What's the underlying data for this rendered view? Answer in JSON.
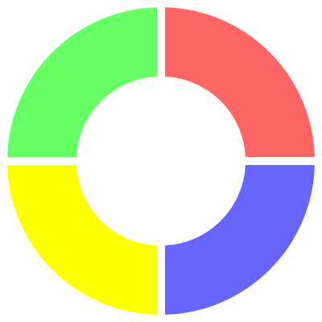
{
  "chart_data": {
    "type": "pie",
    "subtype": "donut",
    "title": "",
    "slices": [
      {
        "value": 25,
        "color": "#ff6666"
      },
      {
        "value": 25,
        "color": "#6666ff"
      },
      {
        "value": 25,
        "color": "#ffff00"
      },
      {
        "value": 25,
        "color": "#66ff66"
      }
    ],
    "start": "top",
    "direction": "clockwise",
    "legend": "none"
  }
}
